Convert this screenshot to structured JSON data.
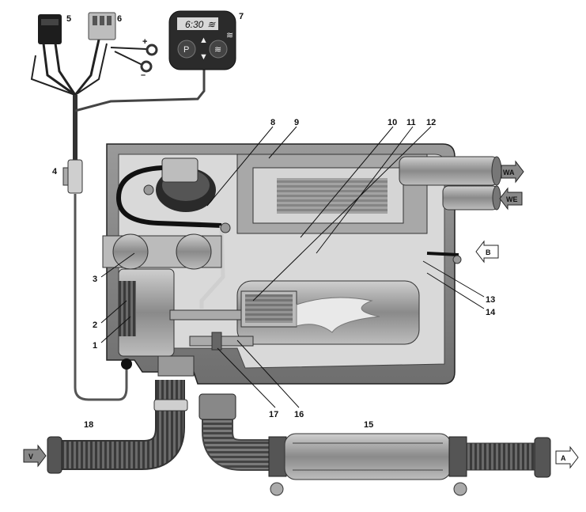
{
  "callouts": [
    "1",
    "2",
    "3",
    "4",
    "5",
    "6",
    "7",
    "8",
    "9",
    "10",
    "11",
    "12",
    "13",
    "14",
    "15",
    "16",
    "17",
    "18"
  ],
  "polarity": {
    "plus": "+",
    "minus": "–"
  },
  "controller": {
    "time": "6:30",
    "heat_glyph": "≋",
    "p_button": "P",
    "up_glyph": "▲",
    "down_glyph": "▼",
    "side_glyph": "≋"
  },
  "flow_arrows": {
    "water_out": "WA",
    "water_in": "WE",
    "fuel": "B",
    "air_in": "V",
    "exhaust": "A"
  }
}
